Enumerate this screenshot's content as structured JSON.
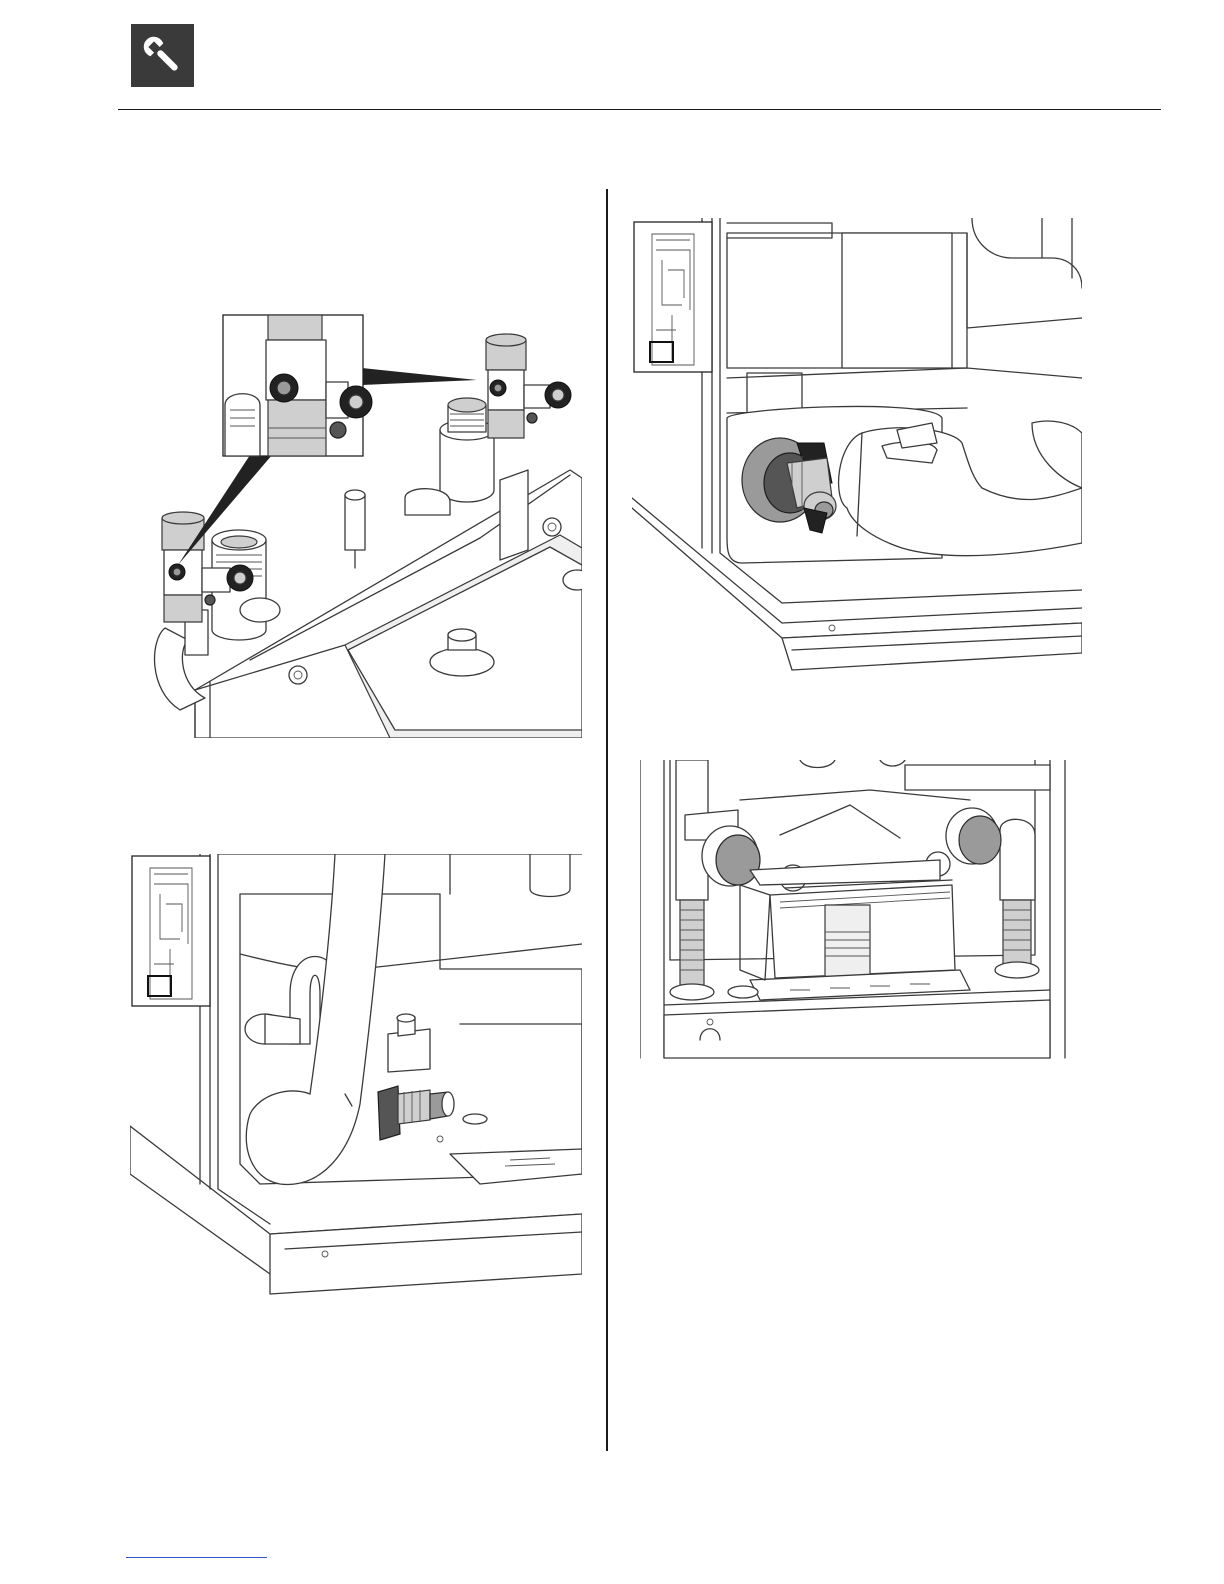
{
  "header": {
    "badge_icon": "wrench-icon",
    "badge_color": "#3a3a3a"
  },
  "figures": {
    "top_left_icon": "air-vent-valve-illustration",
    "bottom_left_icon": "drain-valve-illustration",
    "top_right_icon": "circulation-pump-valve-illustration",
    "bottom_right_icon": "expansion-module-illustration"
  }
}
